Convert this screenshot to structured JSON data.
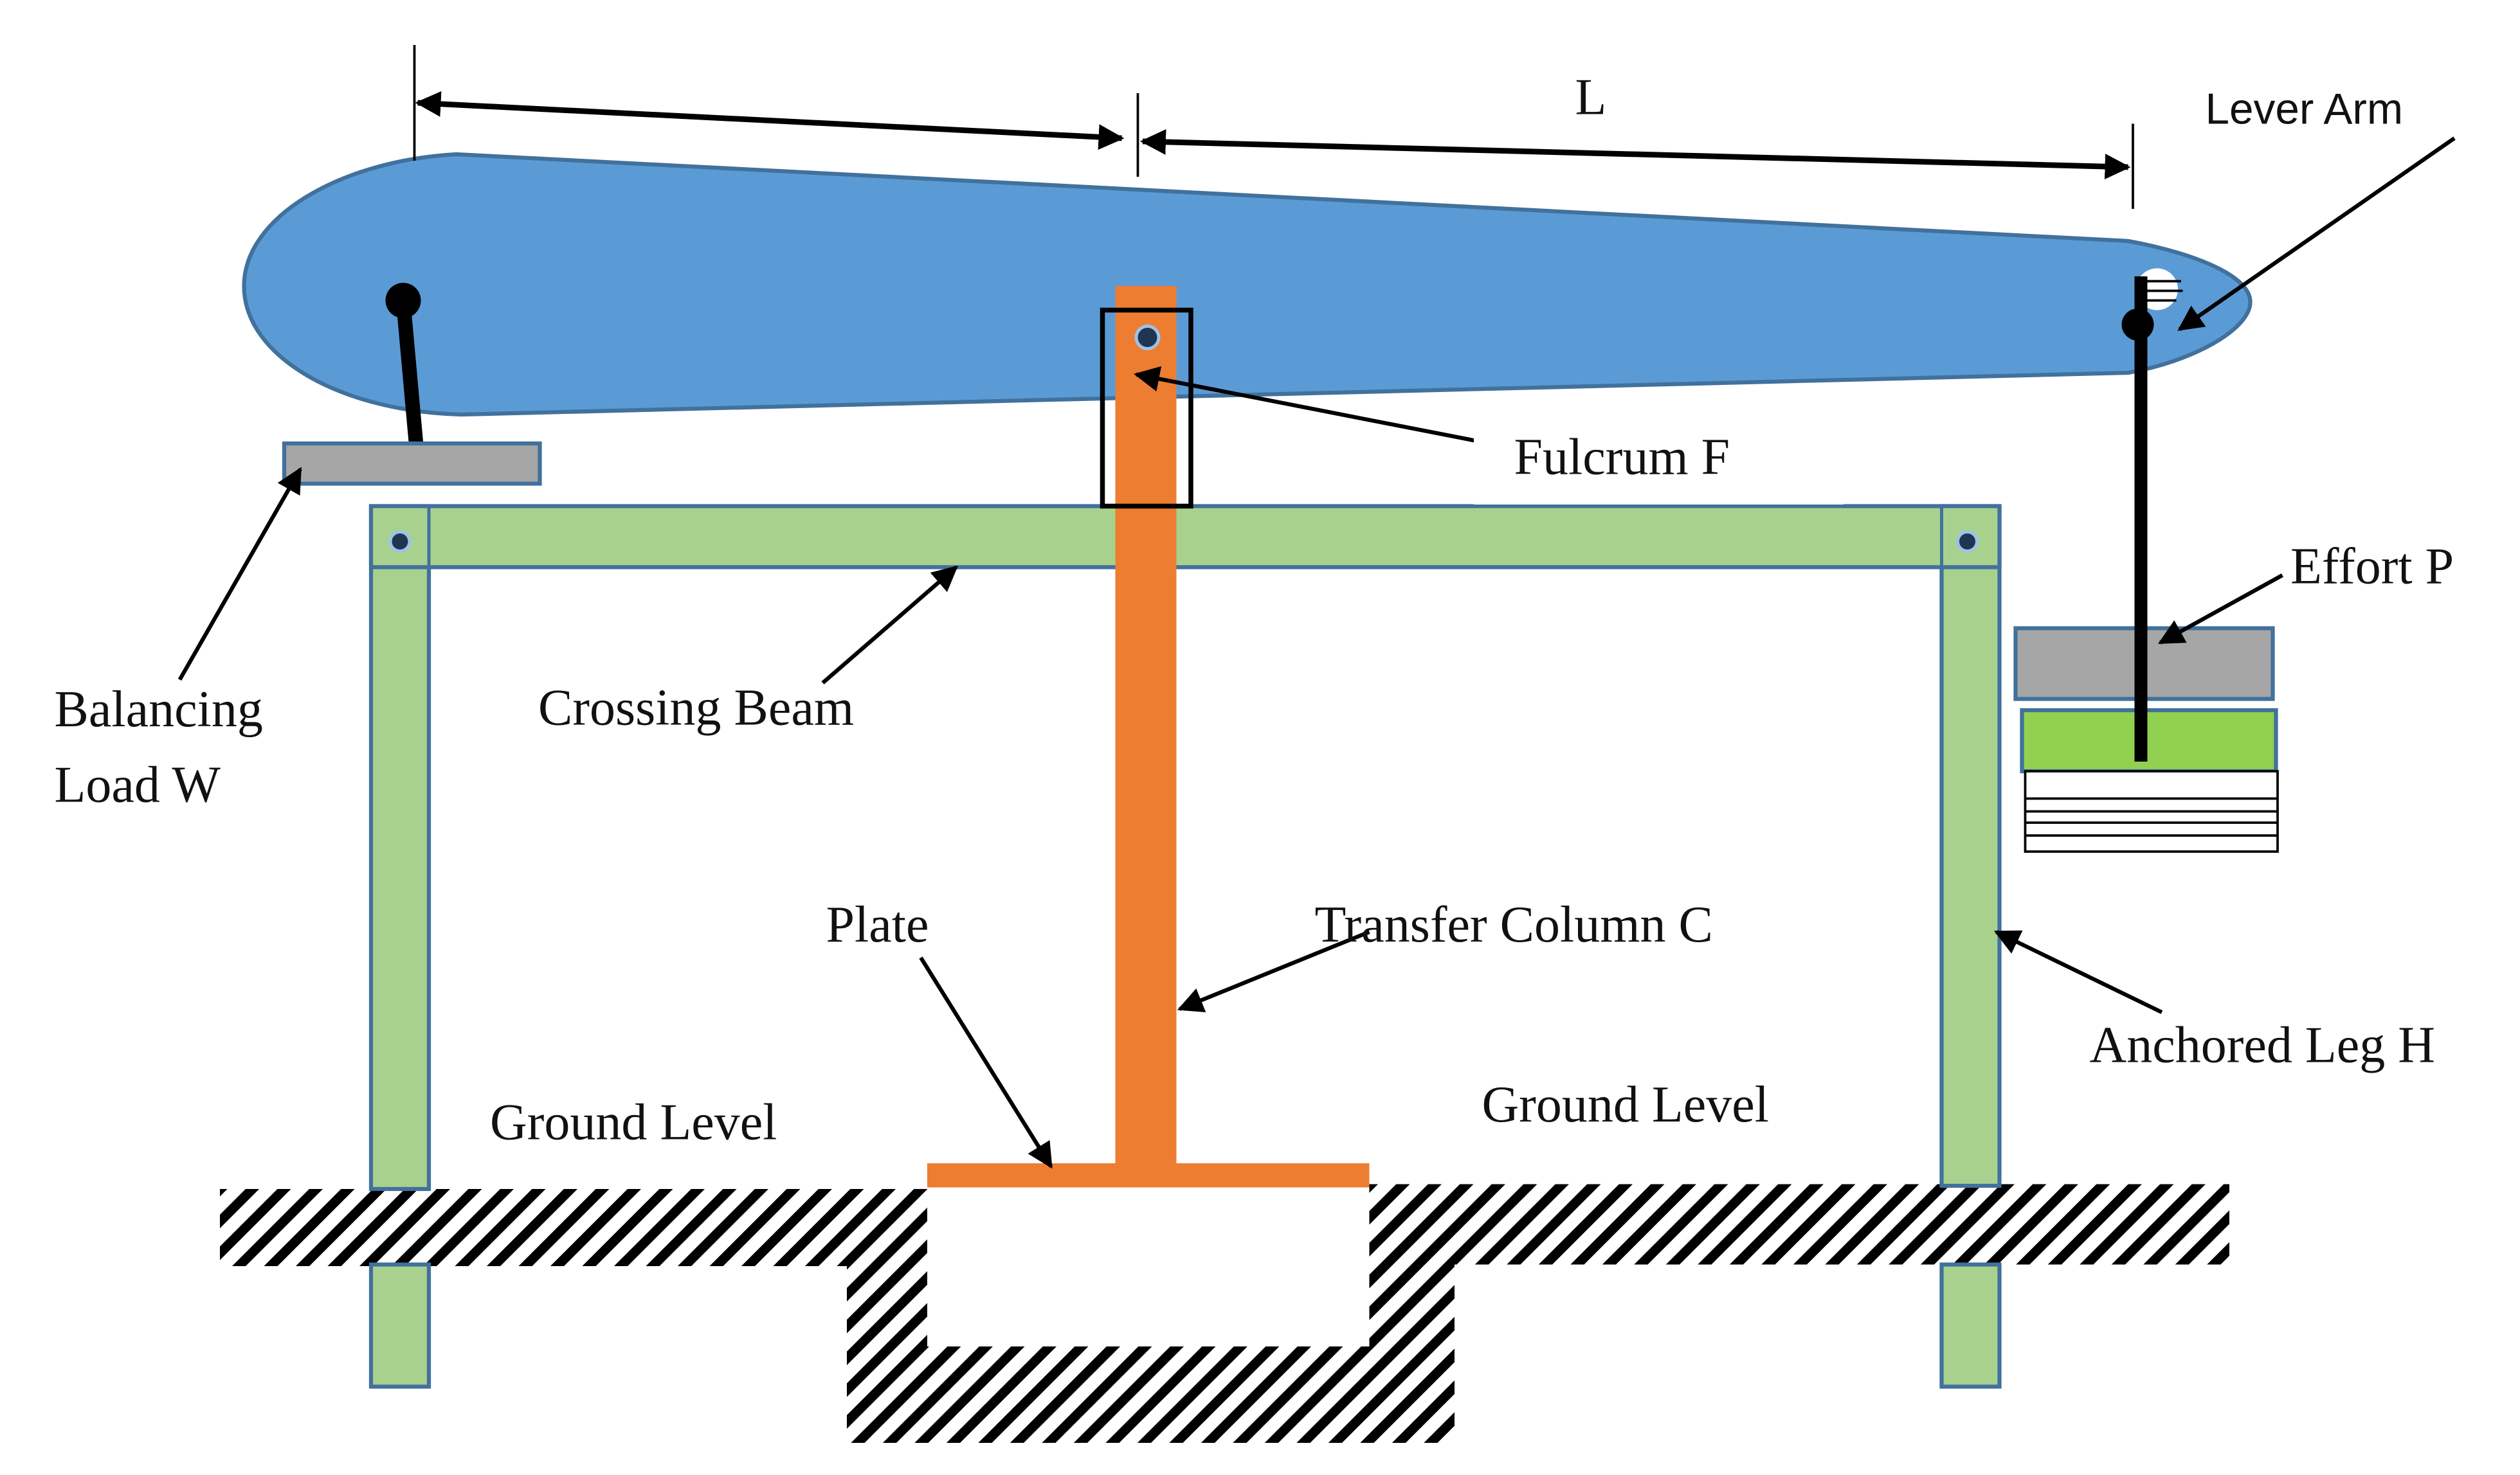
{
  "labels": {
    "length": "L",
    "lever_arm": "Lever Arm",
    "fulcrum": "Fulcrum F",
    "effort": "Effort P",
    "balancing_load_line1": "Balancing",
    "balancing_load_line2": "Load W",
    "crossing_beam": "Crossing Beam",
    "plate": "Plate",
    "transfer_column": "Transfer Column C",
    "anchored_leg": "Anchored Leg H",
    "ground_level_left": "Ground Level",
    "ground_level_right": "Ground Level"
  },
  "colors": {
    "lever_arm": "#5B9BD5",
    "frame": "#A9D18E",
    "frame_outline": "#41719C",
    "column": "#ED7D31",
    "weight": "#A6A6A6",
    "effort_plate": "#92D050",
    "ink": "#000000"
  },
  "icons": {
    "pin_joint": "pin-joint-icon",
    "arrow": "arrow-icon"
  }
}
